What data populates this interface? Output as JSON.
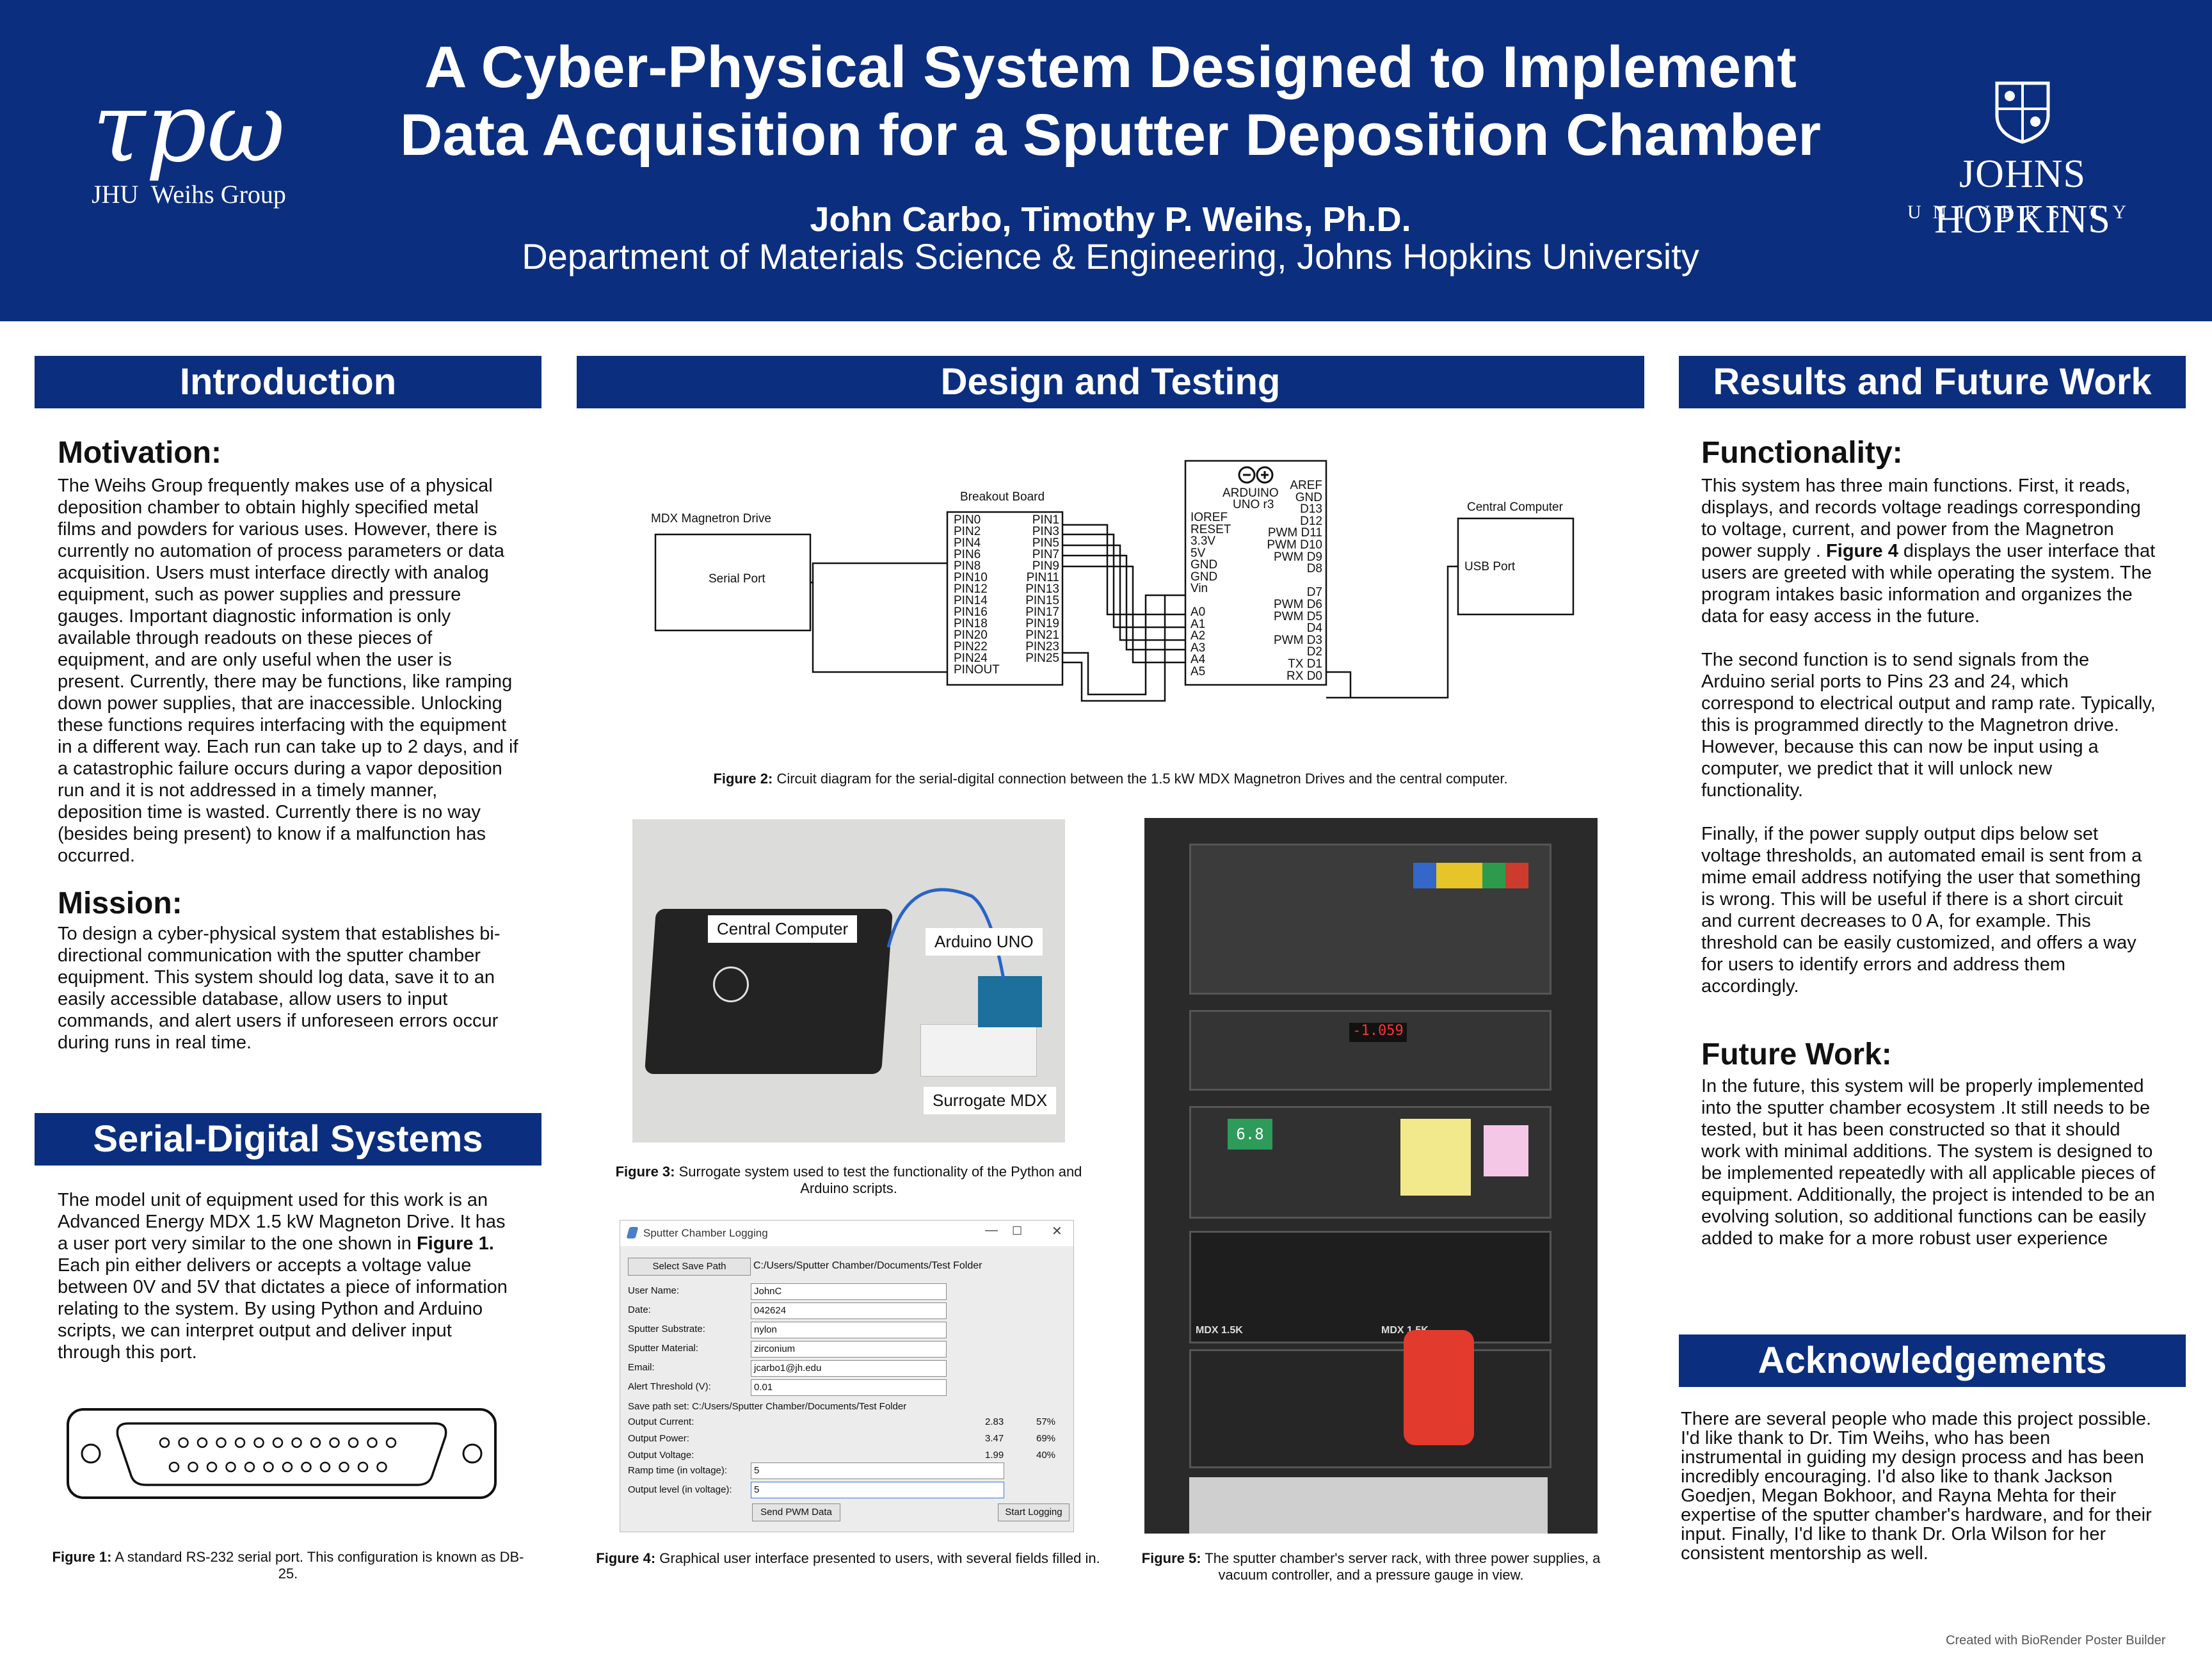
{
  "header": {
    "title_line1": "A Cyber-Physical System Designed to Implement",
    "title_line2": "Data Acquisition for a Sputter Deposition Chamber",
    "authors": "John Carbo, Timothy P. Weihs, Ph.D.",
    "department": "Department of Materials Science & Engineering, Johns Hopkins University",
    "left_logo": {
      "mark": "τpω",
      "line": "JHU  Weihs Group"
    },
    "right_logo": {
      "name": "JOHNS HOPKINS",
      "sub": "UNIVERSITY"
    }
  },
  "sections": {
    "intro": "Introduction",
    "design": "Design and Testing",
    "results": "Results and Future Work",
    "serial": "Serial-Digital Systems",
    "ack": "Acknowledgements"
  },
  "intro": {
    "motivation_h": "Motivation:",
    "motivation": "The Weihs Group frequently makes use of a physical deposition chamber to obtain highly specified metal films and powders for various uses. However, there is currently no automation of process parameters or data acquisition. Users must interface directly with analog equipment, such as power supplies and pressure gauges. Important diagnostic information is only available through readouts on these pieces of equipment, and are only useful when the user is present. Currently, there may be functions, like ramping down power supplies, that are inaccessible. Unlocking these functions requires interfacing with the equipment in a different way. Each run can take up to 2 days, and if a catastrophic failure occurs during a vapor deposition run and it is not addressed in a timely manner, deposition time is wasted. Currently there is no way (besides being present) to know if a malfunction has occurred.",
    "mission_h": "Mission:",
    "mission": "To design a cyber-physical system that establishes bi-directional communication with the sputter chamber equipment. This system should log data, save it to an easily accessible database,  allow users to input commands, and alert users if unforeseen errors occur during runs in real time."
  },
  "serial": {
    "text_a": "The model unit of equipment used for this work is an Advanced Energy MDX 1.5 kW Magneton Drive. It has a user port very similar to the one shown in ",
    "text_ref": "Figure 1.",
    "text_b": " Each pin either delivers or accepts a voltage value between 0V and 5V that dictates a piece of information relating to the system. By using Python and Arduino scripts, we can interpret output and deliver input through this port.",
    "fig1_label": "Figure 1:",
    "fig1_text": " A standard RS-232 serial port. This configuration is known as DB-25."
  },
  "design": {
    "circuit": {
      "mdx": "MDX Magnetron Drive",
      "serial_port": "Serial Port",
      "breakout": "Breakout Board",
      "left_pins": [
        "PIN0",
        "PIN2",
        "PIN4",
        "PIN6",
        "PIN8",
        "PIN10",
        "PIN12",
        "PIN14",
        "PIN16",
        "PIN18",
        "PIN20",
        "PIN22",
        "PIN24",
        "PINOUT"
      ],
      "right_pins": [
        "PIN1",
        "PIN3",
        "PIN5",
        "PIN7",
        "PIN9",
        "PIN11",
        "PIN13",
        "PIN15",
        "PIN17",
        "PIN19",
        "PIN21",
        "PIN23",
        "PIN25"
      ],
      "arduino_title": "ARDUINO",
      "arduino_sub": "UNO r3",
      "ard_left": [
        "IOREF",
        "RESET",
        "3.3V",
        "5V",
        "GND",
        "GND",
        "Vin",
        "",
        "A0",
        "A1",
        "A2",
        "A3",
        "A4",
        "A5"
      ],
      "ard_right": [
        "AREF",
        "GND",
        "D13",
        "D12",
        "PWM D11",
        "PWM D10",
        "PWM D9",
        "D8",
        "",
        "D7",
        "PWM D6",
        "PWM D5",
        "D4",
        "PWM D3",
        "D2",
        "TX D1",
        "RX D0"
      ],
      "computer": "Central Computer",
      "usb": "USB Port"
    },
    "fig2_label": "Figure 2:",
    "fig2_text": " Circuit diagram for the serial-digital connection between the 1.5 kW MDX Magnetron Drives and the central computer.",
    "photo_labels": {
      "computer": "Central Computer",
      "arduino": "Arduino UNO",
      "surrogate": "Surrogate MDX"
    },
    "fig3_label": "Figure 3:",
    "fig3_text": " Surrogate system used to test the functionality of the Python and Arduino scripts.",
    "gui": {
      "window_title": "Sputter Chamber Logging",
      "select_btn": "Select Save Path",
      "path": "C:/Users/Sputter Chamber/Documents/Test Folder",
      "fields": [
        {
          "label": "User Name:",
          "value": "JohnC"
        },
        {
          "label": "Date:",
          "value": "042624"
        },
        {
          "label": "Sputter Substrate:",
          "value": "nylon"
        },
        {
          "label": "Sputter Material:",
          "value": "zirconium"
        },
        {
          "label": "Email:",
          "value": "jcarbo1@jh.edu"
        },
        {
          "label": "Alert Threshold (V):",
          "value": "0.01"
        }
      ],
      "save_path_set": "Save path set: C:/Users/Sputter Chamber/Documents/Test Folder",
      "outputs": [
        {
          "label": "Output Current:",
          "value": "2.83",
          "pct": "57%"
        },
        {
          "label": "Output Power:",
          "value": "3.47",
          "pct": "69%"
        },
        {
          "label": "Output Voltage:",
          "value": "1.99",
          "pct": "40%"
        }
      ],
      "ramp_label": "Ramp time (in voltage):",
      "ramp_value": "5",
      "level_label": "Output level (in voltage):",
      "level_value": "5",
      "pwm_btn": "Send PWM Data",
      "start_btn": "Start Logging"
    },
    "fig4_label": "Figure 4:",
    "fig4_text": " Graphical user interface presented to users, with several fields filled in.",
    "fig5_label": "Figure 5:",
    "fig5_text": " The sputter chamber's server rack, with three power supplies, a vacuum controller, and a pressure gauge in view.",
    "rack": {
      "readout": "-1.059",
      "mdx_label": "MDX 1.5K",
      "gauge": "6.8"
    }
  },
  "results": {
    "functionality_h": "Functionality:",
    "p1_a": "This system has three main functions. First, it reads, displays, and records voltage readings corresponding to voltage, current, and power from the Magnetron power supply . ",
    "p1_ref": "Figure 4",
    "p1_b": " displays the user interface that users are greeted with while operating the system. The program intakes basic information and organizes the data for easy access in the future.",
    "p2": "The second function is to send signals from the Arduino serial ports to Pins 23 and 24, which correspond to electrical output and ramp rate. Typically, this is programmed directly to the Magnetron drive. However, because this can now be input using a computer, we predict that it will unlock new functionality.",
    "p3": "Finally, if the power supply output dips below set voltage thresholds, an automated email is sent from a mime email address notifying the user that something is wrong. This will be useful if there is a short circuit and current decreases to 0 A, for example. This threshold can be easily customized, and offers a way for users to identify errors and address them accordingly.",
    "future_h": "Future Work:",
    "future": "In the future, this system will be properly implemented into the sputter chamber ecosystem .It still needs to be tested, but it has been constructed so that it should work with minimal additions. The system is designed to be implemented repeatedly with all applicable pieces of equipment. Additionally, the project is intended to be an evolving solution, so additional functions can be easily added to make for a more robust user experience"
  },
  "ack": {
    "text": "There are several people who made this project possible. I'd like thank to Dr. Tim Weihs, who has been instrumental in guiding my design process and has been incredibly encouraging. I'd also like to thank Jackson Goedjen, Megan Bokhoor, and Rayna Mehta for their expertise of the sputter chamber's hardware, and for their input. Finally, I'd like to thank Dr. Orla Wilson for her consistent mentorship as well."
  },
  "footer": "Created with BioRender Poster Builder",
  "colors": {
    "navy": "#0b2e7f",
    "white": "#ffffff"
  }
}
